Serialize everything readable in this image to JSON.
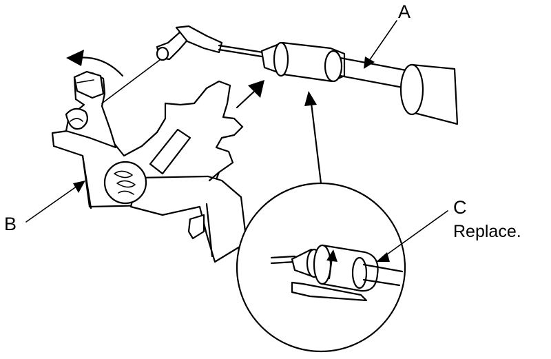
{
  "labels": {
    "a": "A",
    "b": "B",
    "c": "C",
    "c_note": "Replace."
  }
}
